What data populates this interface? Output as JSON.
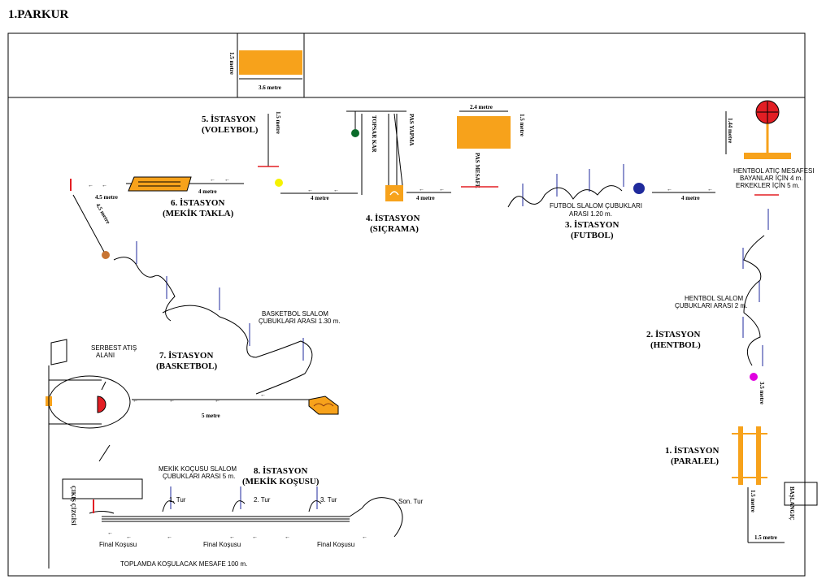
{
  "title": "1.PARKUR",
  "total_distance": "TOPLAMDA KOŞULACAK MESAFE 100 m.",
  "top_box_width": "3.6 metre",
  "top_box_height": "1.5 metre",
  "stations": {
    "s1": {
      "name": "1. İSTASYON",
      "sub": "(PARALEL)"
    },
    "s2": {
      "name": "2. İSTASYON",
      "sub": "(HENTBOL)"
    },
    "s3": {
      "name": "3. İSTASYON",
      "sub": "(FUTBOL)"
    },
    "s4": {
      "name": "4. İSTASYON",
      "sub": "(SIÇRAMA)"
    },
    "s5": {
      "name": "5. İSTASYON",
      "sub": "(VOLEYBOL)"
    },
    "s6": {
      "name": "6. İSTASYON",
      "sub": "(MEKİK TAKLA)"
    },
    "s7": {
      "name": "7. İSTASYON",
      "sub": "(BASKETBOL)"
    },
    "s8": {
      "name": "8. İSTASYON",
      "sub": "(MEKİK KOŞUSU)"
    }
  },
  "notes": {
    "hentbol_slalom_1": "HENTBOL SLALOM",
    "hentbol_slalom_2": "ÇUBUKLARI ARASI 2 m.",
    "futbol_slalom_1": "FUTBOL SLALOM ÇUBUKLARI",
    "futbol_slalom_2": "ARASI 1.20 m.",
    "hentbol_atis_1": "HENTBOL ATIÇ MESAFESI",
    "hentbol_atis_2": "BAYANLAR İÇİN 4 m.",
    "hentbol_atis_3": "ERKEKLER İÇİN 5 m.",
    "basket_slalom_1": "BASKETBOL SLALOM",
    "basket_slalom_2": "ÇUBUKLARI ARASI 1.30 m.",
    "serbest_1": "SERBEST ATIŞ",
    "serbest_2": "ALANI",
    "mekik_slalom_1": "MEKİK KOÇUSU SLALOM",
    "mekik_slalom_2": "ÇUBUKLARI ARASI 5 m."
  },
  "distances": {
    "d4m_a": "4 metre",
    "d4m_b": "4 metre",
    "d4m_c": "4 metre",
    "d4m_d": "4 metre",
    "d45m": "4.5 metre",
    "d24m": "2.4 metre",
    "d5m": "5 metre",
    "d15m": "1.5 metre",
    "d144": "1.44 metre"
  },
  "turns": {
    "t1": "1. Tur",
    "t2": "2. Tur",
    "t3": "3. Tur",
    "ts": "Son. Tur"
  },
  "final": {
    "f1": "Final Koşusu",
    "f2": "Final Koşusu",
    "f3": "Final Koşusu"
  },
  "vertical_texts": {
    "finish": "ÇIKIŞ ÇİZGİSİ",
    "start": "BAŞLANGIÇ"
  },
  "colors": {
    "orange": "#f7a21b",
    "red": "#e31e24",
    "blue": "#1f2a9c",
    "green": "#0a6b2a",
    "yellow": "#f5f200",
    "magenta": "#e000e0",
    "brown": "#c87533"
  }
}
